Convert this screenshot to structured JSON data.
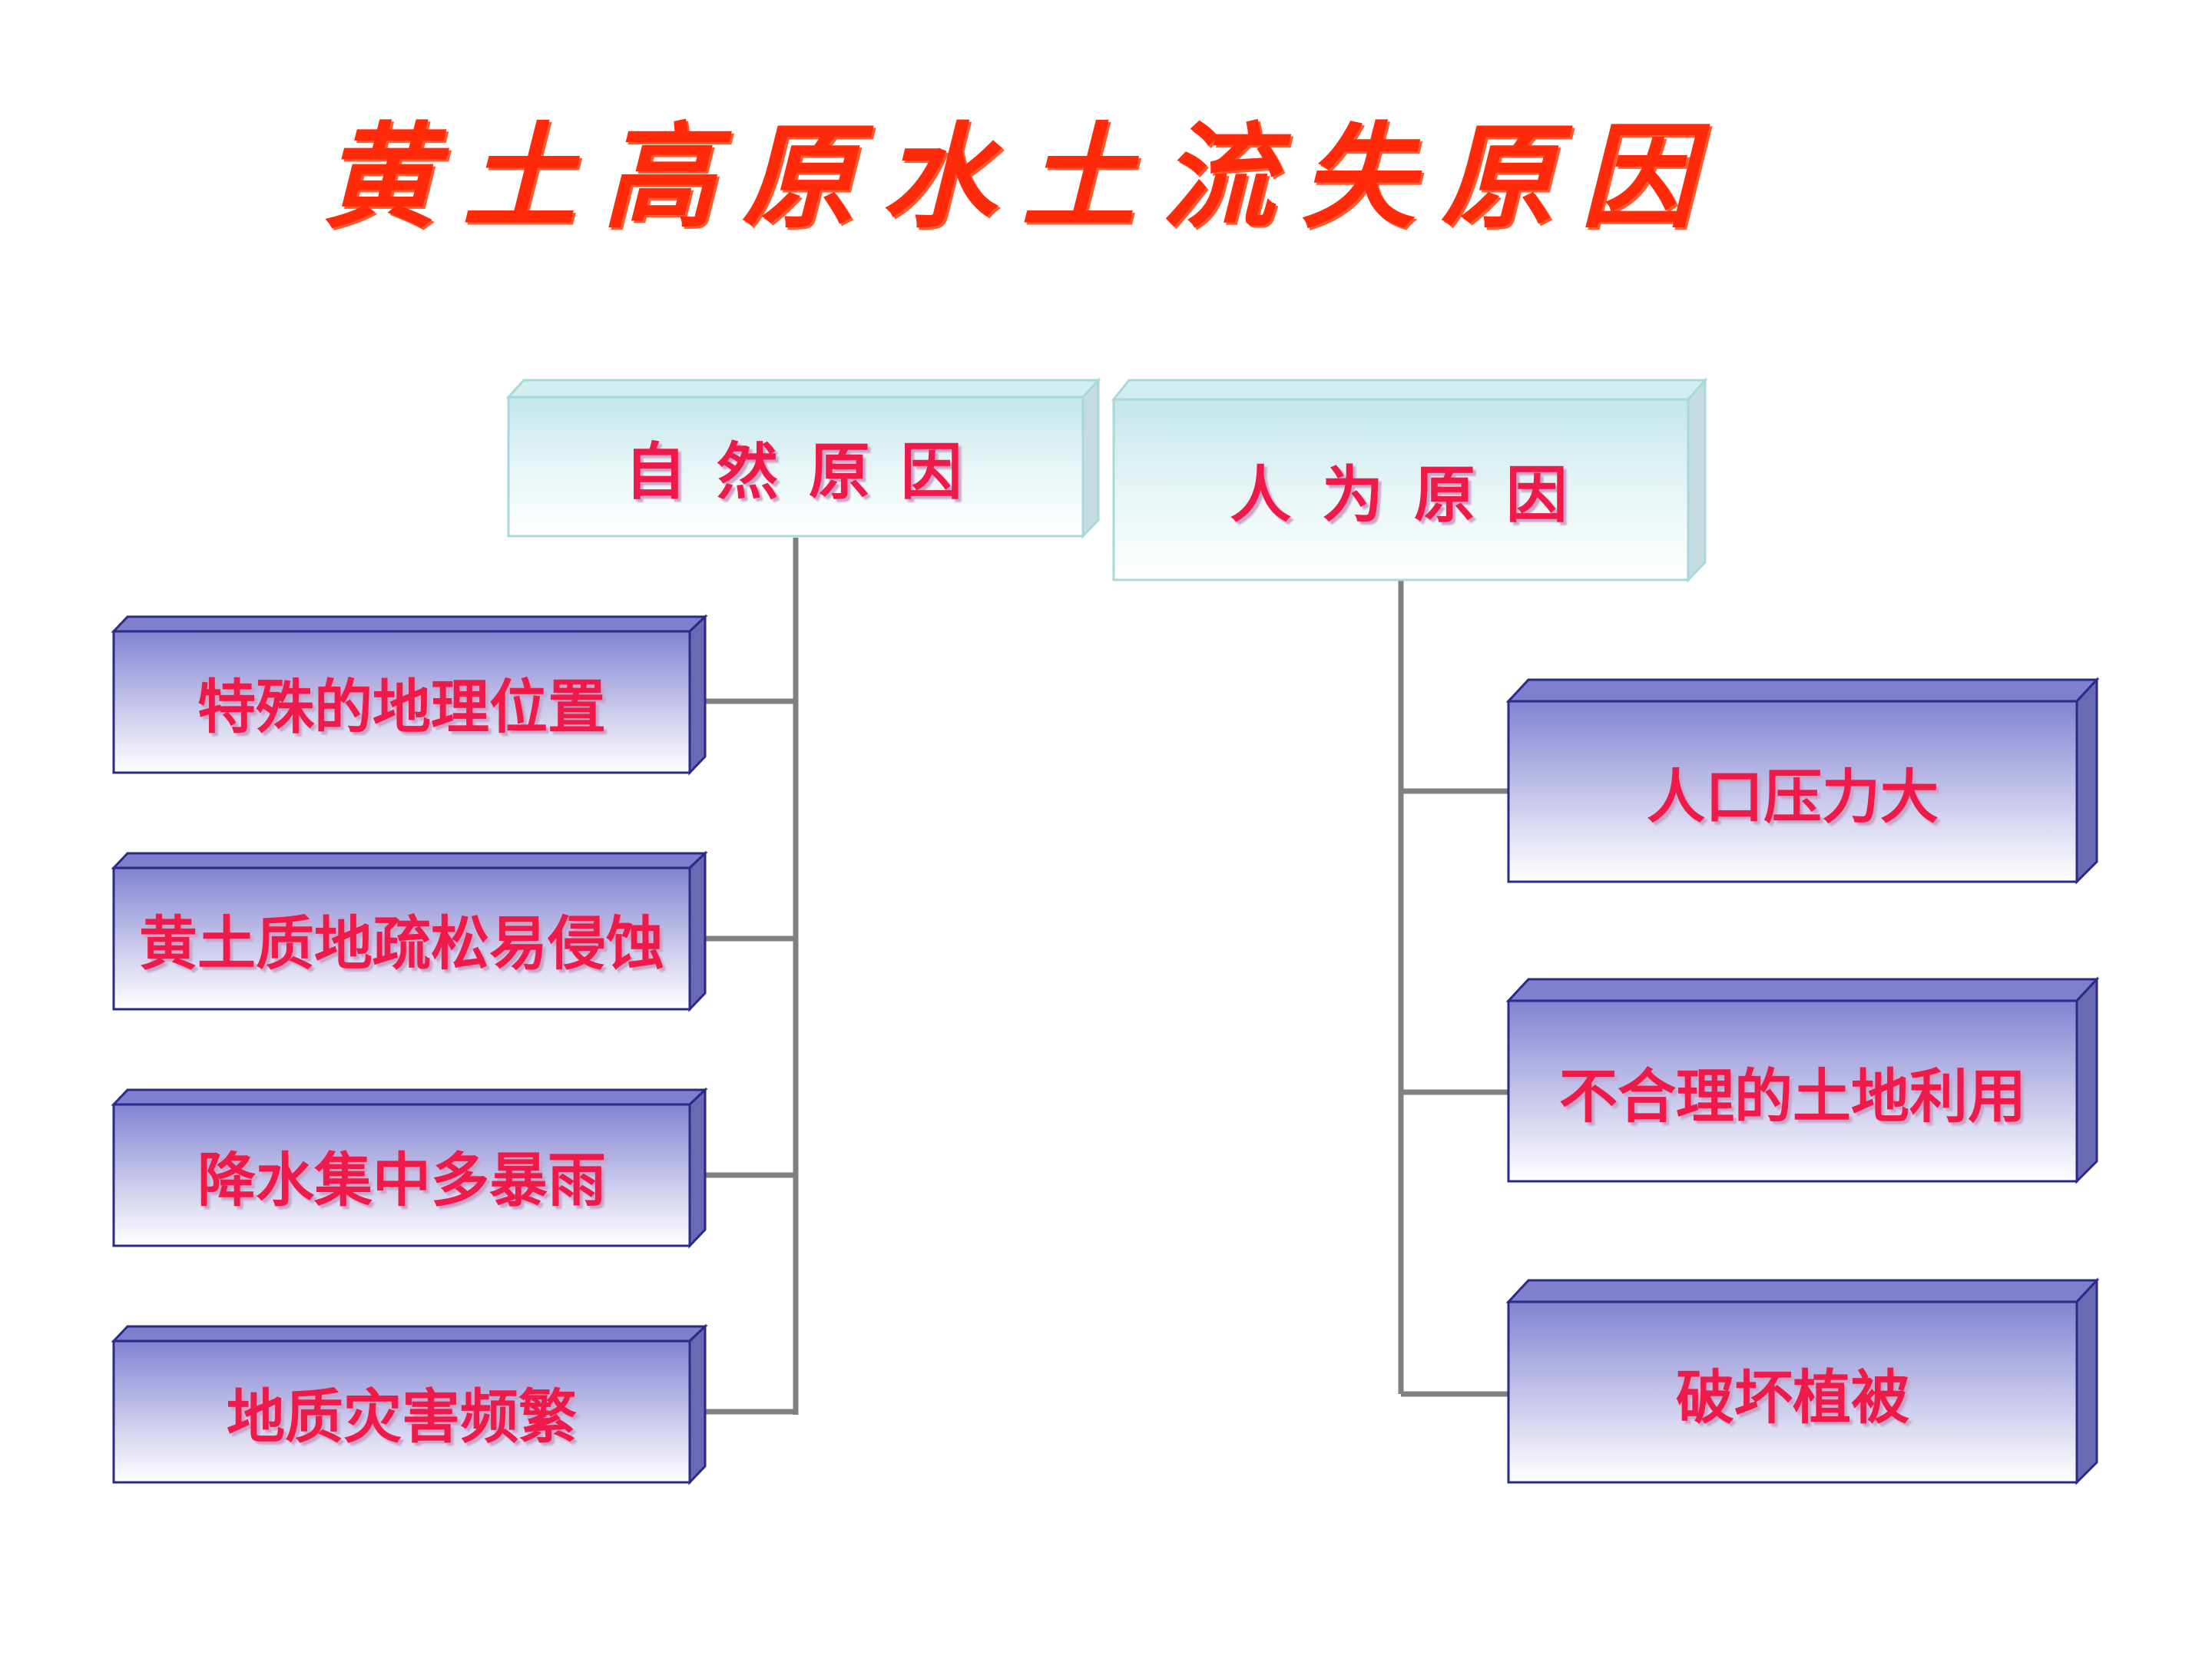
{
  "title": "黄土高原水土流失原因",
  "groups": {
    "natural": {
      "label": "自  然  原  因",
      "items": [
        "特殊的地理位置",
        "黄土质地疏松易侵蚀",
        "降水集中多暴雨",
        "地质灾害频繁"
      ]
    },
    "human": {
      "label": "人  为  原  因",
      "items": [
        "人口压力大",
        "不合理的土地利用",
        "破坏植被"
      ]
    }
  },
  "colors": {
    "title": "#ff2a0a",
    "label_text": "#ee1a4a",
    "head_box_top": "#bfe4e8",
    "cause_box_top": "#8a8ad4",
    "cause_box_border": "#2a2a88",
    "connector": "#808080"
  }
}
